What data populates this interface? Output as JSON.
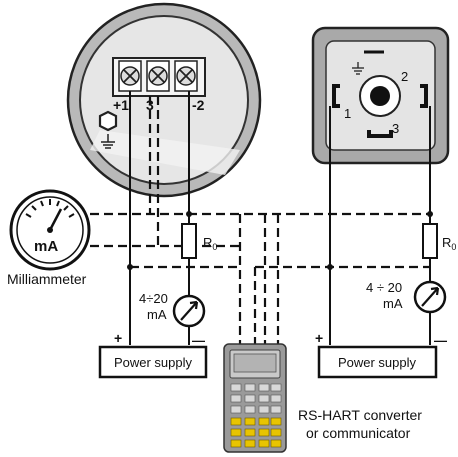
{
  "terminals_left": {
    "plus1": "+1",
    "t3": "3",
    "minus2": "-2"
  },
  "connector": {
    "pin1": "1",
    "pin2": "2",
    "pin3": "3"
  },
  "resistor_left": {
    "label": "R",
    "sub": "0"
  },
  "resistor_right": {
    "label": "R",
    "sub": "0"
  },
  "meter": {
    "label": "mA",
    "caption": "Milliammeter"
  },
  "current_left": {
    "line1": "4÷20",
    "line2": "mA"
  },
  "current_right": {
    "line1": "4 ÷ 20",
    "line2": "mA"
  },
  "power_supply_left": {
    "label": "Power supply",
    "plus": "+",
    "minus": "—"
  },
  "power_supply_right": {
    "label": "Power supply",
    "plus": "+",
    "minus": "—"
  },
  "hart": {
    "line1": "RS-HART converter",
    "line2": "or communicator"
  },
  "colors": {
    "gray_light": "#d6d6d6",
    "gray_mid": "#a8a8a8",
    "gray_dark": "#555555",
    "line": "#111111"
  }
}
